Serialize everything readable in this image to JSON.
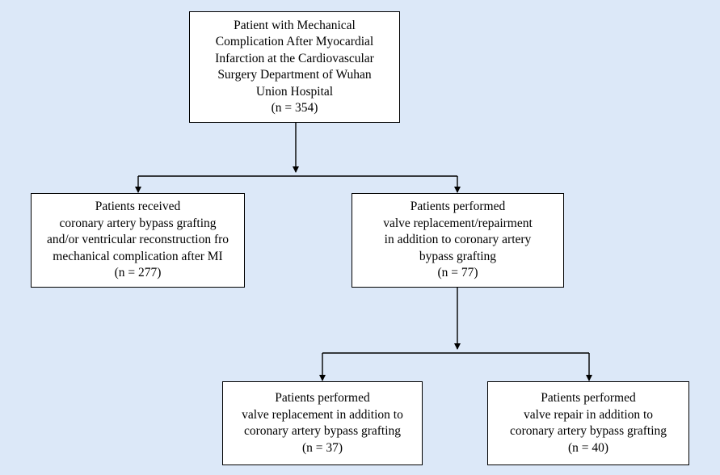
{
  "boxes": {
    "root": {
      "lines": [
        "Patient with Mechanical",
        "Complication After Myocardial",
        "Infarction at the Cardiovascular",
        "Surgery Department of Wuhan",
        "Union Hospital",
        "(n = 354)"
      ]
    },
    "cabg": {
      "lines": [
        "Patients received",
        "coronary artery bypass grafting",
        "and/or ventricular reconstruction fro",
        "mechanical complication after MI",
        "(n = 277)"
      ]
    },
    "valve": {
      "lines": [
        "Patients performed",
        "valve replacement/repairment",
        "in addition to coronary artery",
        "bypass grafting",
        "(n = 77)"
      ]
    },
    "replacement": {
      "lines": [
        "Patients performed",
        "valve replacement in addition to",
        "coronary artery bypass grafting",
        "(n = 37)"
      ]
    },
    "repair": {
      "lines": [
        "Patients performed",
        "valve repair in addition to",
        "coronary artery bypass grafting",
        "(n = 40)"
      ]
    }
  }
}
